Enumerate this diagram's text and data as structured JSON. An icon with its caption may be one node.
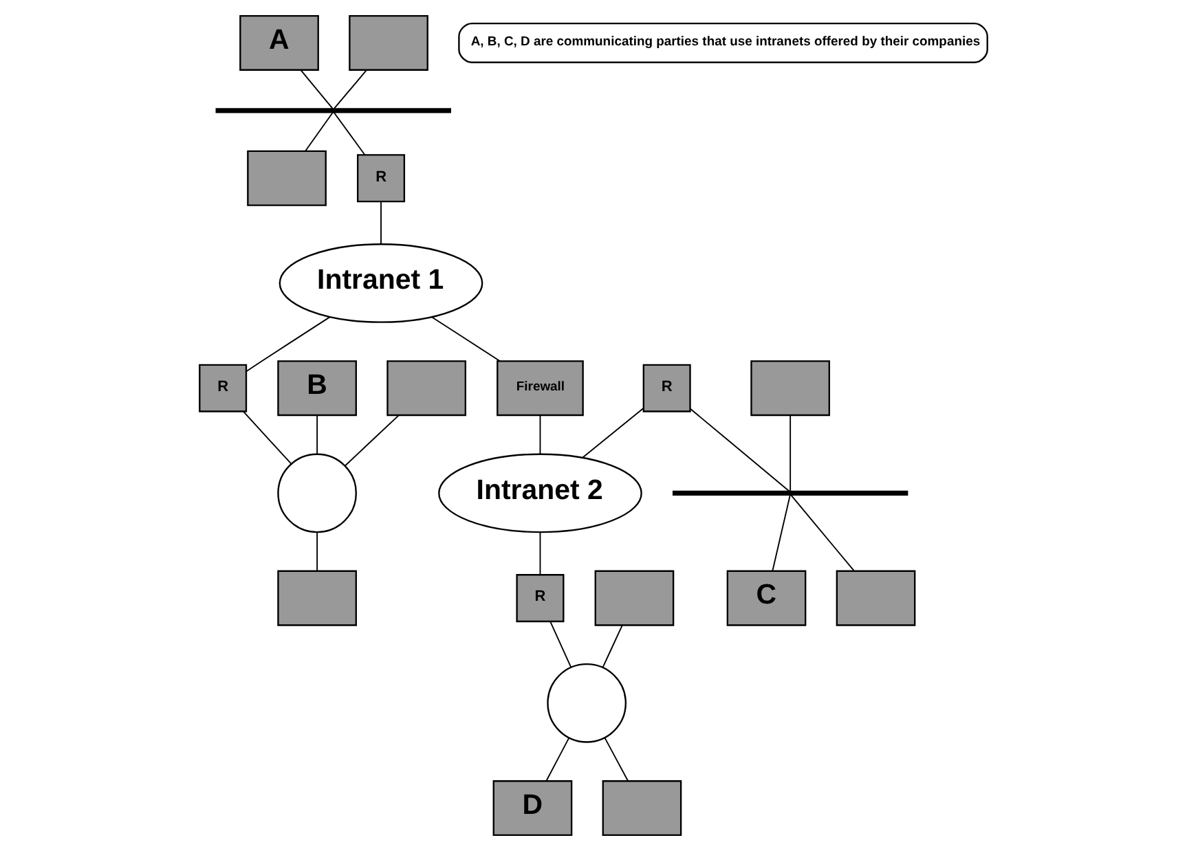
{
  "diagram": {
    "nodes": [
      {
        "text": [
          "A"
        ]
      },
      {
        "text": [],
        "shape": "box"
      },
      {
        "text": [],
        "shape": "bar"
      },
      {
        "text": [],
        "shape": "box"
      },
      {
        "text": [
          "R"
        ]
      },
      {
        "text": [
          "Intranet 1"
        ]
      },
      {
        "text": [
          "B"
        ]
      },
      {
        "text": [],
        "shape": "box"
      },
      {
        "text": [],
        "shape": "circle"
      },
      {
        "text": [
          "R"
        ]
      },
      {
        "text": [],
        "shape": "box"
      },
      {
        "text": [
          "Firewall"
        ]
      },
      {
        "text": [],
        "shape": "box"
      },
      {
        "text": [
          "R"
        ]
      },
      {
        "text": [
          "Intranet 2"
        ]
      },
      {
        "text": [
          "R"
        ]
      },
      {
        "text": [],
        "shape": "box"
      },
      {
        "text": [],
        "shape": "bar"
      },
      {
        "text": [],
        "shape": "circle"
      },
      {
        "text": [
          "C"
        ]
      },
      {
        "text": [],
        "shape": "box"
      },
      {
        "text": [
          "D"
        ]
      },
      {
        "text": [],
        "shape": "box"
      },
      {
        "text": [
          "A, B, C, D are communicating parties that use intranets offered by their companies"
        ]
      }
    ],
    "edges": [
      {
        "from": 0,
        "to": 2,
        "arrow": "none"
      },
      {
        "from": 1,
        "to": 2,
        "arrow": "none"
      },
      {
        "from": 2,
        "to": 3,
        "arrow": "none"
      },
      {
        "from": 2,
        "to": 4,
        "arrow": "none"
      },
      {
        "from": 4,
        "to": 5,
        "arrow": "none"
      },
      {
        "from": 5,
        "to": 9,
        "arrow": "none"
      },
      {
        "from": 9,
        "to": 8,
        "arrow": "none"
      },
      {
        "from": 6,
        "to": 8,
        "arrow": "none"
      },
      {
        "from": 7,
        "to": 8,
        "arrow": "none"
      },
      {
        "from": 8,
        "to": 10,
        "arrow": "none"
      },
      {
        "from": 5,
        "to": 11,
        "arrow": "none"
      },
      {
        "from": 11,
        "to": 14,
        "arrow": "none"
      },
      {
        "from": 12,
        "to": 17,
        "arrow": "none"
      },
      {
        "from": 13,
        "to": 17,
        "arrow": "none"
      },
      {
        "from": 13,
        "to": 14,
        "arrow": "none"
      },
      {
        "from": 14,
        "to": 15,
        "arrow": "none"
      },
      {
        "from": 15,
        "to": 18,
        "arrow": "none"
      },
      {
        "from": 16,
        "to": 18,
        "arrow": "none"
      },
      {
        "from": 17,
        "to": 19,
        "arrow": "none"
      },
      {
        "from": 17,
        "to": 20,
        "arrow": "none"
      },
      {
        "from": 18,
        "to": 21,
        "arrow": "none"
      },
      {
        "from": 18,
        "to": 22,
        "arrow": "none"
      }
    ]
  }
}
